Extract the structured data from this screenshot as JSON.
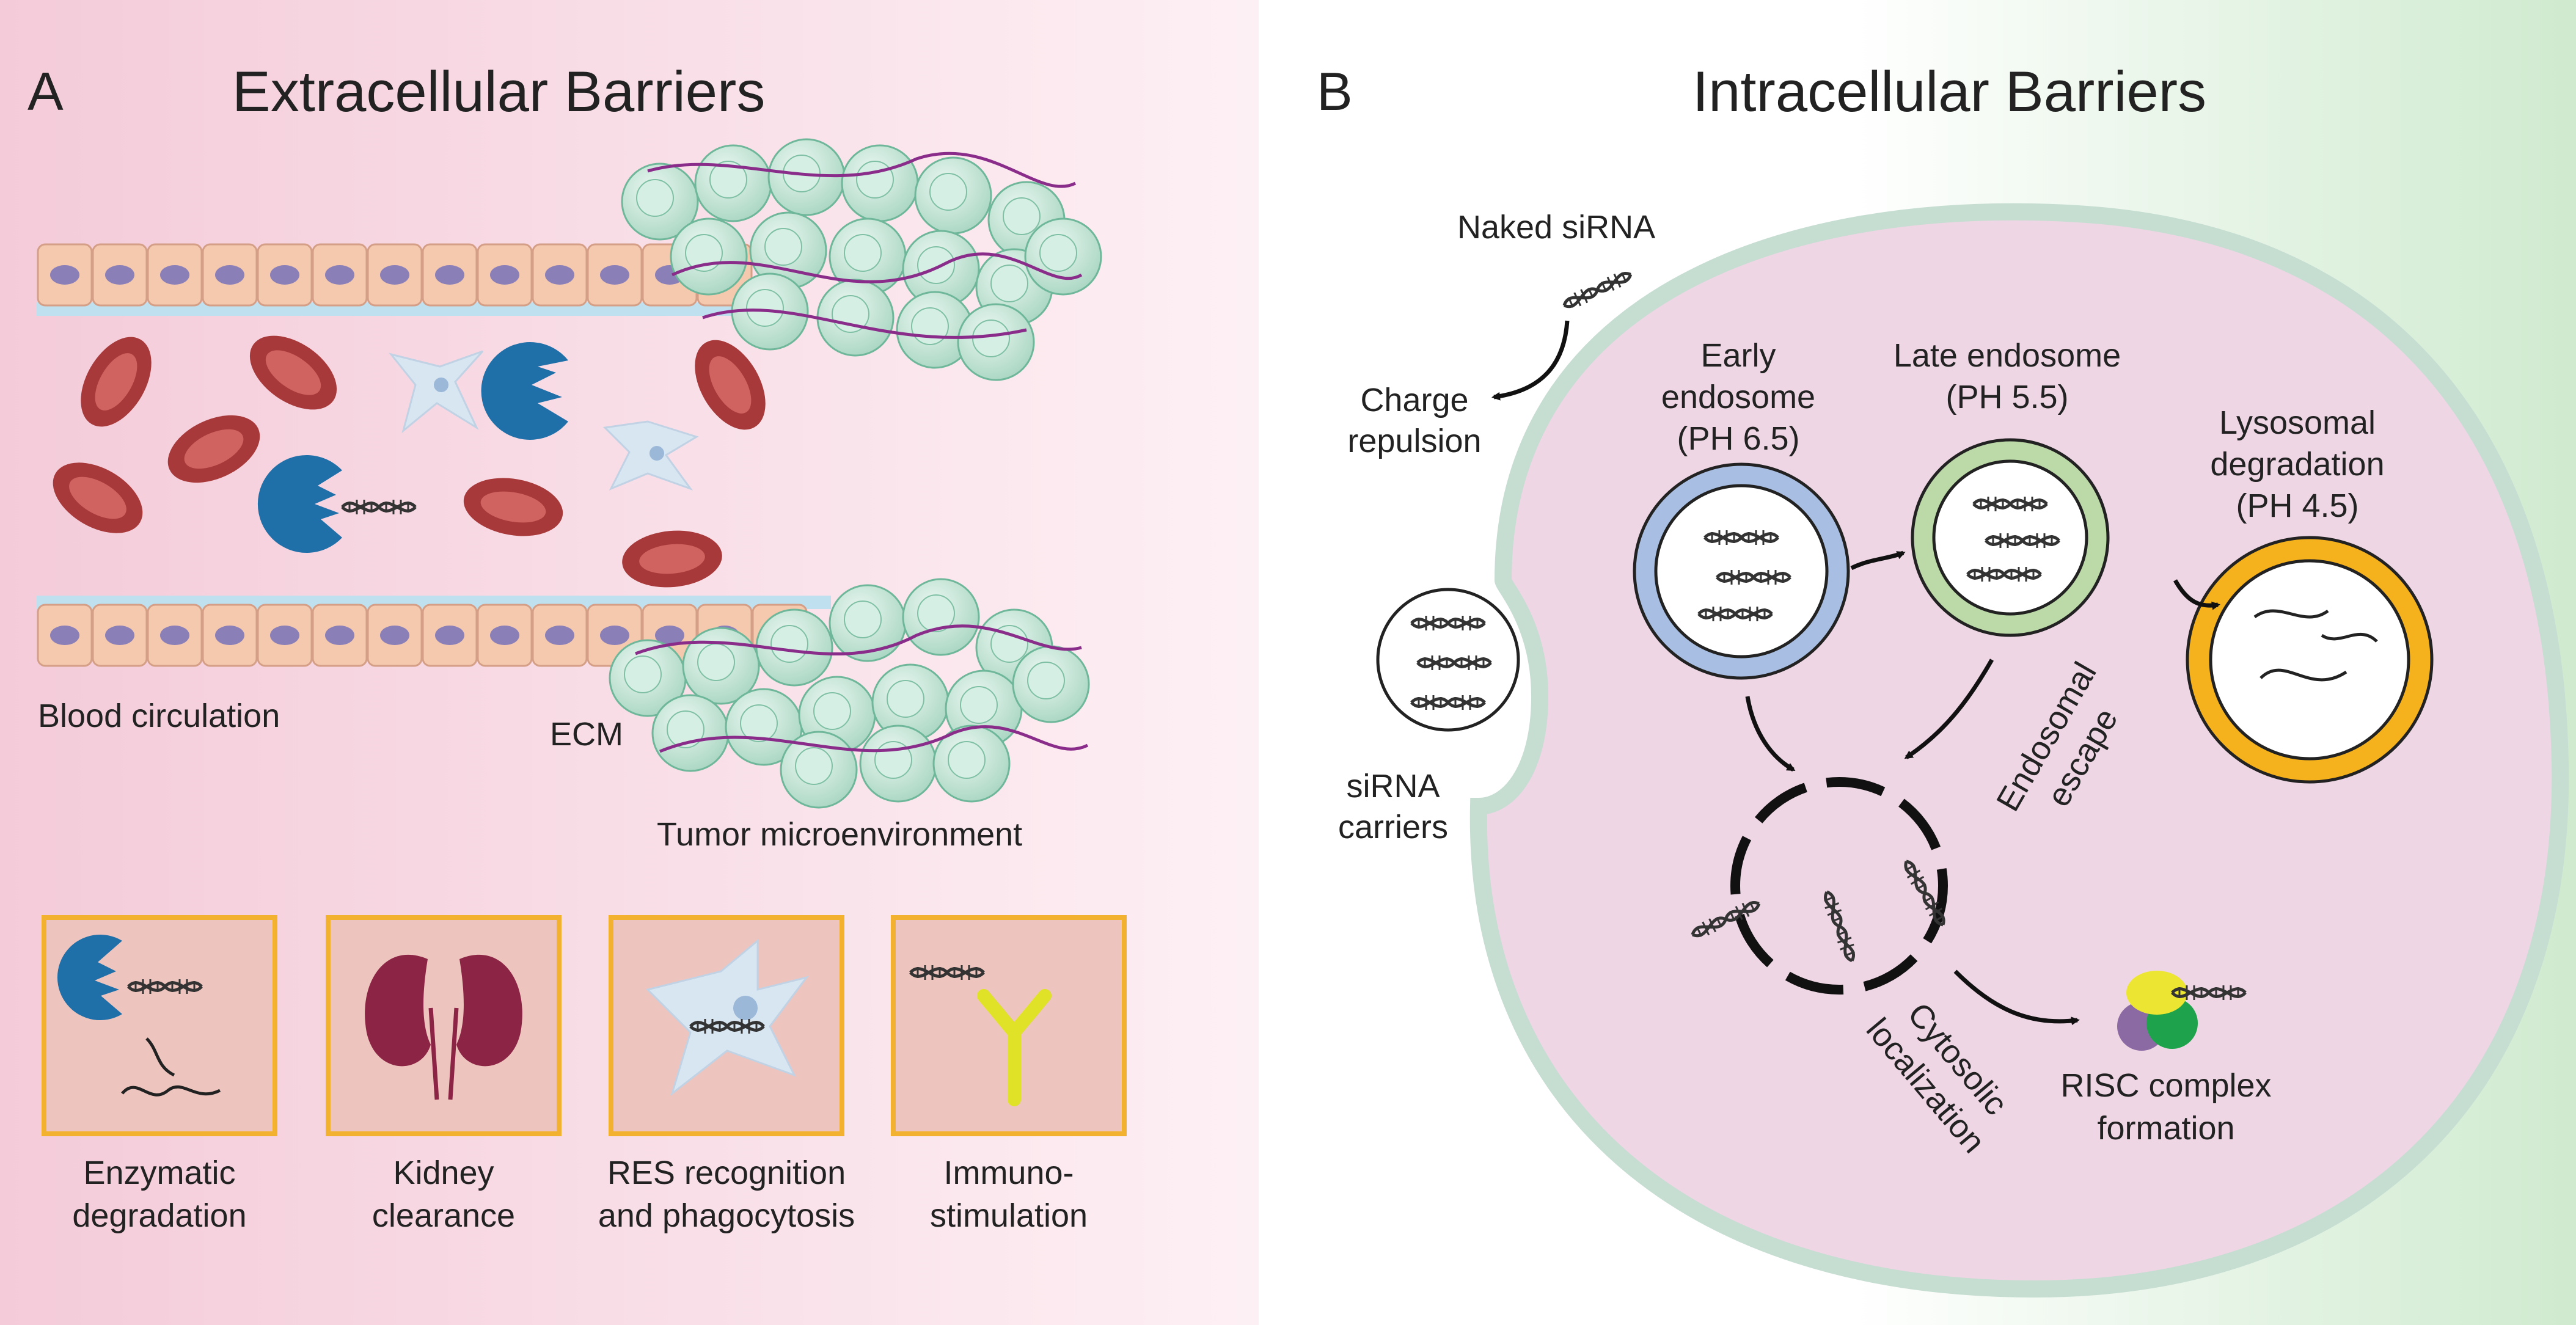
{
  "panel_a": {
    "letter": "A",
    "title": "Extracellular Barriers",
    "blood_circulation": "Blood circulation",
    "ecm": "ECM",
    "tumor": "Tumor microenvironment",
    "boxes": [
      {
        "line1": "Enzymatic",
        "line2": "degradation"
      },
      {
        "line1": "Kidney",
        "line2": "clearance"
      },
      {
        "line1": "RES recognition",
        "line2": "and phagocytosis"
      },
      {
        "line1": "Immuno-",
        "line2": "stimulation"
      }
    ]
  },
  "panel_b": {
    "letter": "B",
    "title": "Intracellular Barriers",
    "naked": "Naked siRNA",
    "charge1": "Charge",
    "charge2": "repulsion",
    "carriers1": "siRNA",
    "carriers2": "carriers",
    "early1": "Early",
    "early2": "endosome",
    "early3": "(PH 6.5)",
    "late1": "Late endosome",
    "late2": "(PH 5.5)",
    "lyso1": "Lysosomal",
    "lyso2": "degradation",
    "lyso3": "(PH 4.5)",
    "escape1": "Endosomal",
    "escape2": "escape",
    "cyto1": "Cytosolic",
    "cyto2": "localization",
    "risc1": "RISC complex",
    "risc2": "formation"
  },
  "colors": {
    "panel_a_bg": "#f6d3df",
    "panel_b_bg": "#d8eedb",
    "cell_fill": "#efd6e4",
    "cell_border": "#c6ddd2",
    "rbc": "#a8393a",
    "enzyme": "#1f6fa8",
    "box_border": "#f2b12e",
    "box_fill": "#eec4be",
    "kidney": "#8c2445",
    "antibody": "#dfe227",
    "early_endosome": "#a8bfe3",
    "late_endosome": "#bcd9a8",
    "lysosome": "#f5b21c"
  }
}
